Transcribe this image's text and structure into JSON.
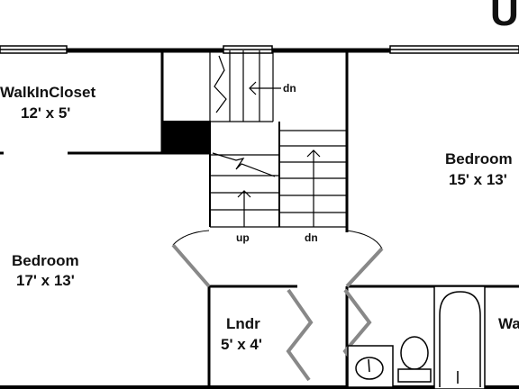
{
  "header": {
    "partial_title": "U"
  },
  "rooms": {
    "walk_in_closet": {
      "name": "WalkInCloset",
      "size": "12' x 5'"
    },
    "bedroom_right": {
      "name": "Bedroom",
      "size": "15' x 13'"
    },
    "bedroom_left": {
      "name": "Bedroom",
      "size": "17' x 13'"
    },
    "laundry": {
      "name": "Lndr",
      "size": "5' x 4'"
    },
    "bath_partial": {
      "name": "Wa"
    }
  },
  "stairs": {
    "dn_top": "dn",
    "up": "up",
    "dn_bottom": "dn"
  }
}
